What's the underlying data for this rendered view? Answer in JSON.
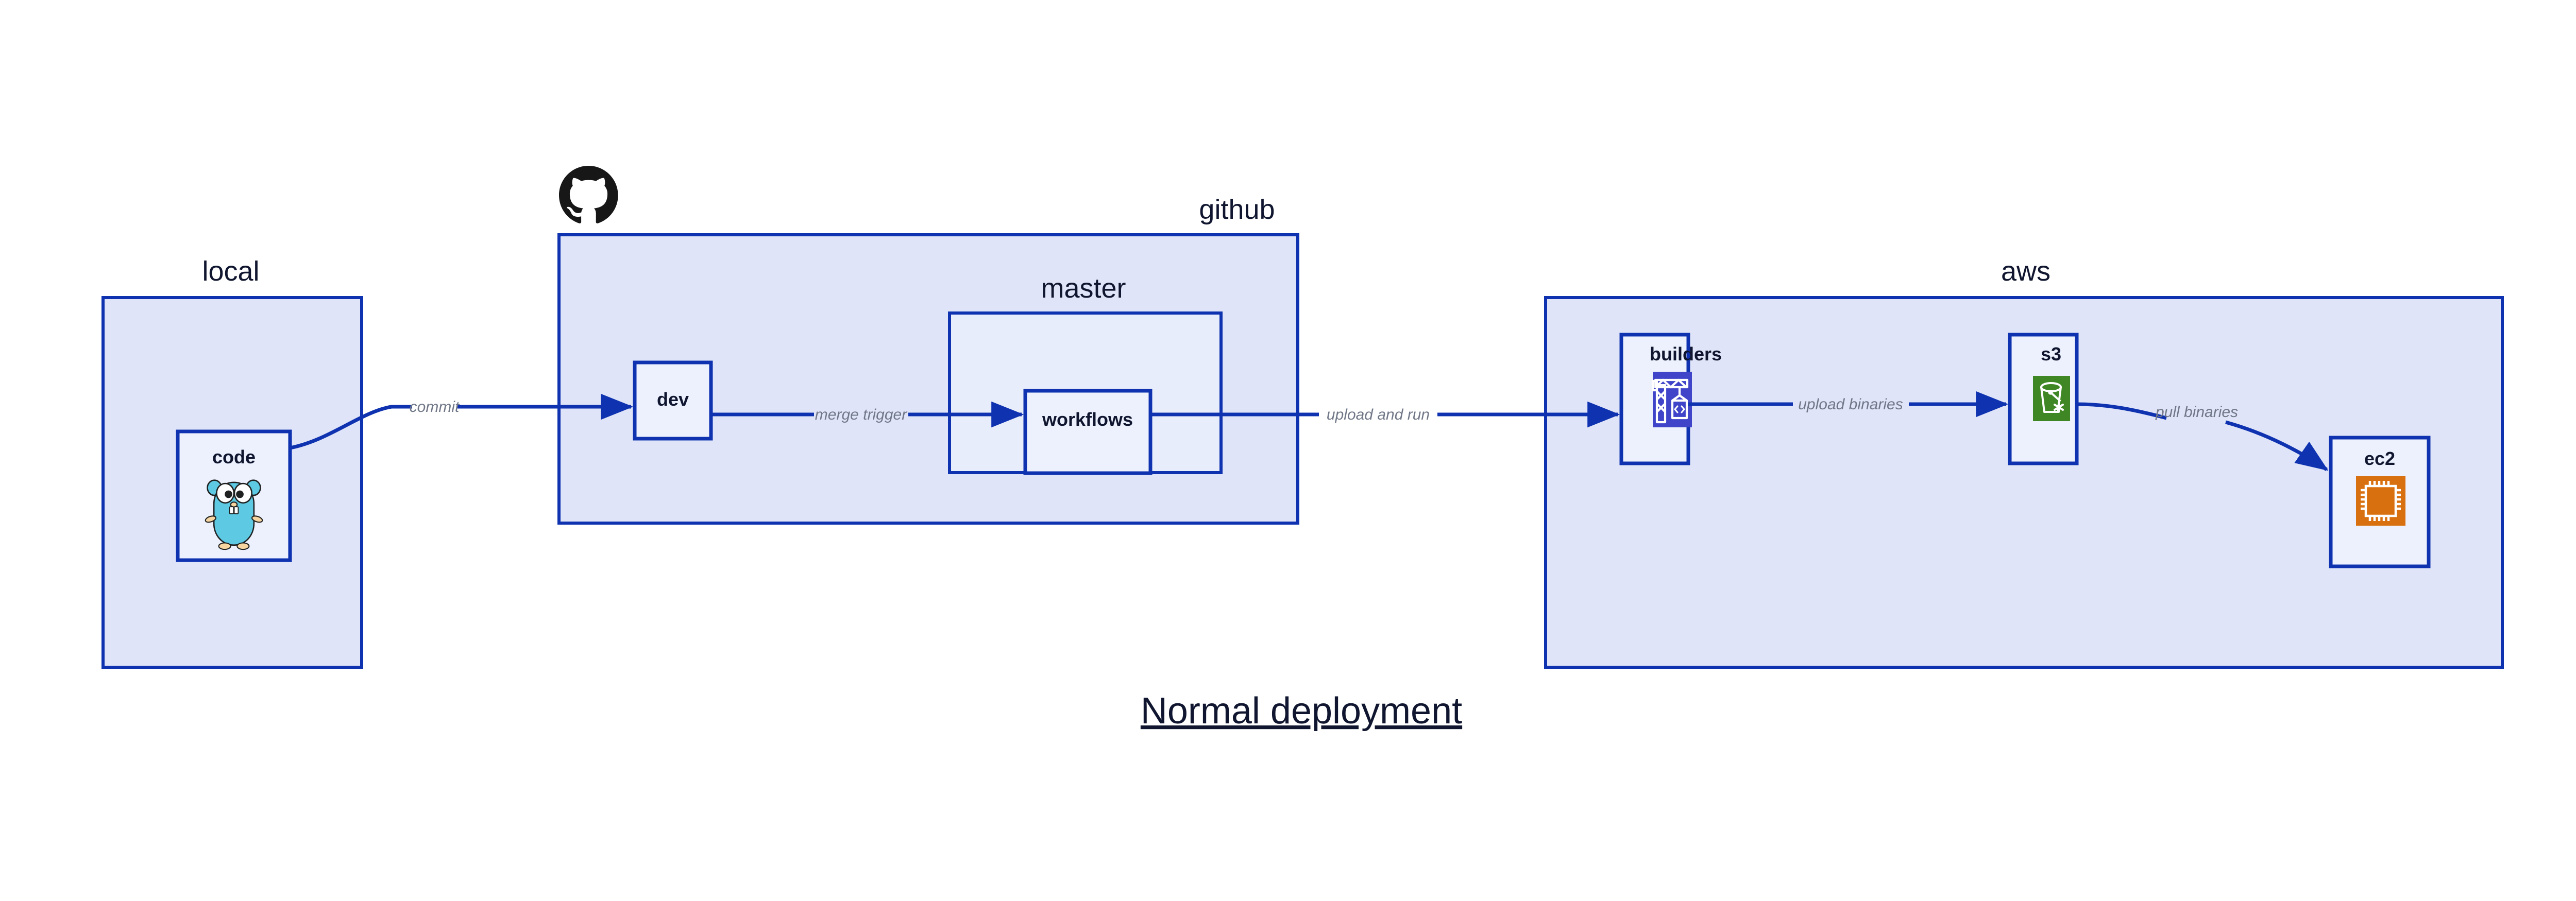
{
  "diagram": {
    "title": "Normal deployment",
    "background_color": "#ffffff",
    "accent_color": "#0f33b0",
    "container_fill": "#dfe4f8",
    "sub_container_fill": "#e8edfb",
    "node_fill": "#ecf1fd",
    "label_color": "#10162f",
    "edge_label_color": "#707787"
  },
  "containers": {
    "local": {
      "label": "local"
    },
    "github": {
      "label": "github",
      "icon": "github-octocat-icon",
      "icon_color": "#181717",
      "master": {
        "label": "master"
      }
    },
    "aws": {
      "label": "aws"
    }
  },
  "nodes": {
    "code": {
      "label": "code",
      "icon": "go-gopher-icon",
      "icon_color": "#5dc9e2"
    },
    "dev": {
      "label": "dev"
    },
    "workflows": {
      "label": "workflows"
    },
    "builders": {
      "label": "builders",
      "icon": "aws-codebuild-crane-icon",
      "icon_color": "#3f44c8"
    },
    "s3": {
      "label": "s3",
      "icon": "aws-s3-bucket-icon",
      "icon_color": "#3f8624"
    },
    "ec2": {
      "label": "ec2",
      "icon": "aws-ec2-chip-icon",
      "icon_color": "#d9700f"
    }
  },
  "edges": [
    {
      "id": "commit",
      "label": "commit",
      "from": "code",
      "to": "dev"
    },
    {
      "id": "merge-trigger",
      "label": "merge trigger",
      "from": "dev",
      "to": "workflows"
    },
    {
      "id": "upload-and-run",
      "label": "upload and run",
      "from": "workflows",
      "to": "builders"
    },
    {
      "id": "upload-binaries",
      "label": "upload binaries",
      "from": "builders",
      "to": "s3"
    },
    {
      "id": "pull-binaries",
      "label": "pull binaries",
      "from": "s3",
      "to": "ec2"
    }
  ]
}
